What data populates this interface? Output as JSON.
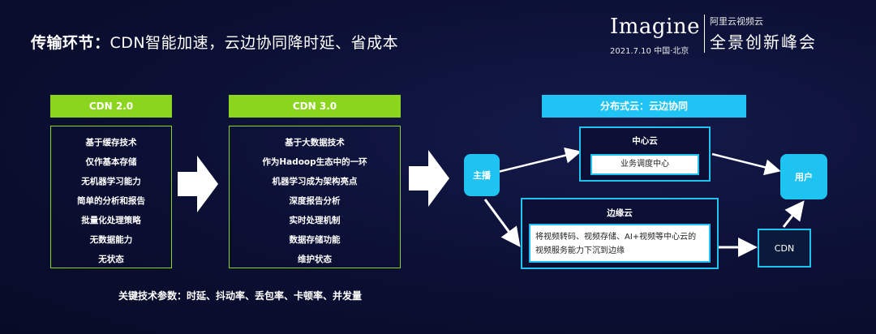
{
  "title": {
    "main": "传输环节：",
    "sub": "CDN智能加速，云边协同降时延、省成本"
  },
  "logo": {
    "main": "Imagine",
    "date": "2021.7.10  中国·北京",
    "small": "阿里云视频云",
    "big": "全景创新峰会"
  },
  "cdn2": {
    "header": "CDN 2.0",
    "items": [
      "基于缓存技术",
      "仅作基本存储",
      "无机器学习能力",
      "简单的分析和报告",
      "批量化处理策略",
      "无数据能力",
      "无状态"
    ]
  },
  "cdn3": {
    "header": "CDN 3.0",
    "items": [
      "基于大数据技术",
      "作为Hadoop生态中的一环",
      "机器学习成为架构亮点",
      "深度报告分析",
      "实时处理机制",
      "数据存储功能",
      "维护状态"
    ]
  },
  "distributed": {
    "header": "分布式云：云边协同",
    "host": "主播",
    "user": "用户",
    "center_cloud": {
      "label": "中心云",
      "content": "业务调度中心"
    },
    "edge_cloud": {
      "label": "边缘云",
      "content": "将视频转码、视频存储、AI+视频等中心云的视频服务能力下沉到边缘"
    },
    "cdn": "CDN"
  },
  "footer": "关键技术参数：时延、抖动率、丢包率、卡顿率、并发量",
  "colors": {
    "green": "#8cd51f",
    "blue": "#1ec3f2",
    "background": "#0b0f33"
  },
  "icons": [
    "arrow-right-icon"
  ]
}
